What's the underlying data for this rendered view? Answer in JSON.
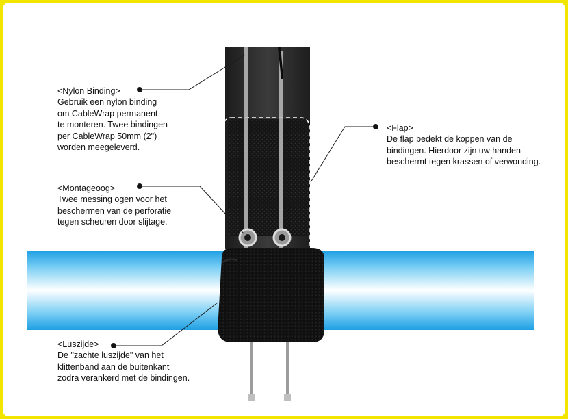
{
  "callouts": {
    "nylon_binding": {
      "title": "<Nylon Binding>",
      "lines": [
        "Gebruik een nylon binding",
        "om CableWrap permanent",
        "te monteren. Twee bindingen",
        "per CableWrap 50mm (2\")",
        "worden meegeleverd."
      ]
    },
    "flap": {
      "title": "<Flap>",
      "lines": [
        "De flap bedekt de koppen van de",
        "bindingen. Hierdoor zijn uw handen",
        "beschermt tegen krassen of verwonding."
      ]
    },
    "montageoog": {
      "title": "<Montageoog>",
      "lines": [
        "Twee messing ogen voor het",
        "beschermen van de perforatie",
        "tegen scheuren door slijtage."
      ]
    },
    "luszijde": {
      "title": "<Luszijde>",
      "lines": [
        "De \"zachte luszijde\" van het",
        "klittenband aan de buitenkant",
        "zodra verankerd met de bindingen."
      ]
    }
  },
  "colors": {
    "border": "#f2e600",
    "pipe": "#4fc3f0",
    "strap": "#2a2a2a",
    "velcro": "#141414",
    "brass": "#8a8a8a"
  }
}
